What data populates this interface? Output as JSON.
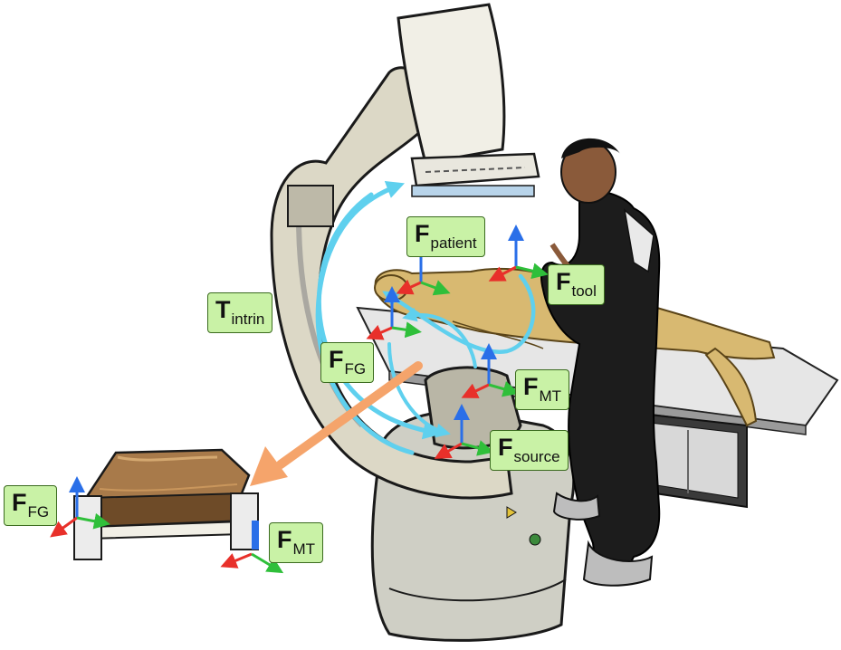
{
  "labels": {
    "patient": {
      "main": "F",
      "sub": "patient"
    },
    "tool": {
      "main": "F",
      "sub": "tool"
    },
    "intrin": {
      "main": "T",
      "sub": "intrin"
    },
    "fg_top": {
      "main": "F",
      "sub": "FG"
    },
    "mt_top": {
      "main": "F",
      "sub": "MT"
    },
    "source": {
      "main": "F",
      "sub": "source"
    },
    "fg_inset": {
      "main": "F",
      "sub": "FG"
    },
    "mt_inset": {
      "main": "F",
      "sub": "MT"
    }
  },
  "colors": {
    "label_fill": "#c9f2a6",
    "label_border": "#3b6b1f",
    "axis_x": "#e8302a",
    "axis_y": "#2fbf3a",
    "axis_z": "#2a6fe8",
    "transform_arrow": "#5fd0ee",
    "inset_arrow": "#f5a46b"
  }
}
